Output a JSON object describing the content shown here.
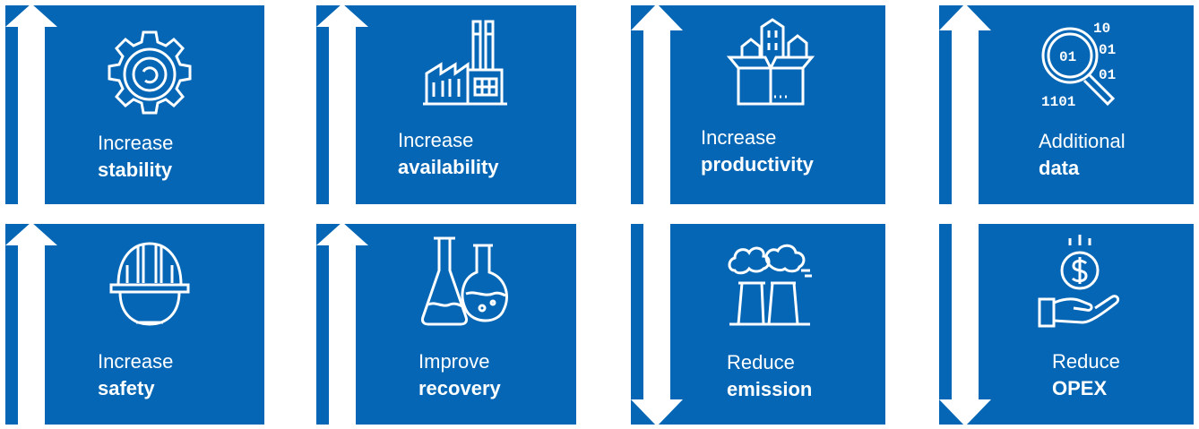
{
  "colors": {
    "tile": "#0466b4",
    "arrow": "#ffffff"
  },
  "tiles": [
    {
      "line1": "Increase",
      "line2": "stability",
      "icon": "gear-icon"
    },
    {
      "line1": "Increase",
      "line2": "availability",
      "icon": "factory-icon"
    },
    {
      "line1": "Increase",
      "line2": "productivity",
      "icon": "box-houses-icon"
    },
    {
      "line1": "Additional",
      "line2": "data",
      "icon": "data-magnifier-icon"
    },
    {
      "line1": "Increase",
      "line2": "safety",
      "icon": "hard-hat-icon"
    },
    {
      "line1": "Improve",
      "line2": "recovery",
      "icon": "flasks-icon"
    },
    {
      "line1": "Reduce",
      "line2": "emission",
      "icon": "smokestack-icon"
    },
    {
      "line1": "Reduce",
      "line2": "OPEX",
      "icon": "coin-hand-icon"
    }
  ],
  "data_icon_digits": {
    "top": "10",
    "middle": "01",
    "right1": "01",
    "right2": "01",
    "bottom": "1101"
  }
}
